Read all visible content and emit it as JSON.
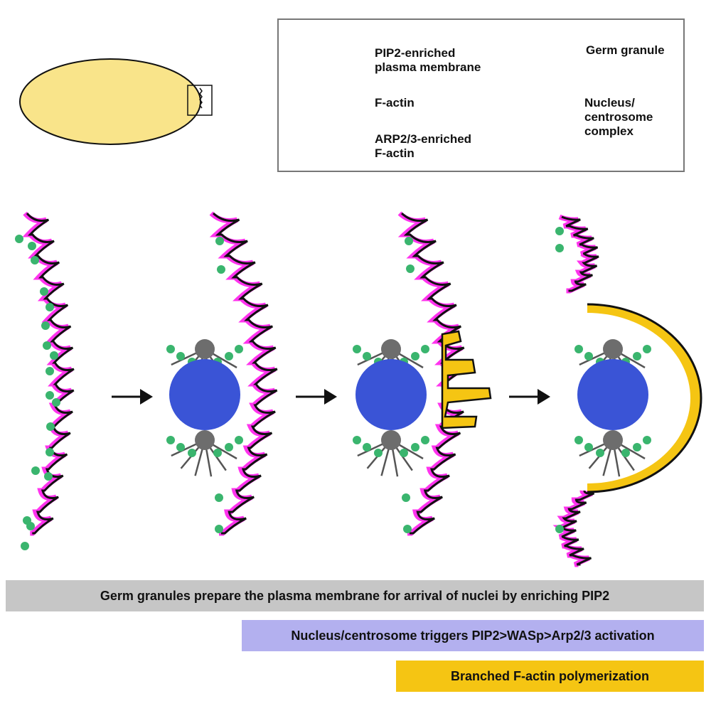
{
  "legend": {
    "membrane_label": "PIP2-enriched\nplasma membrane",
    "factin_label": "F-actin",
    "arp_label": "ARP2/3-enriched\nF-actin",
    "granule_label": "Germ granule",
    "nucleus_label": "Nucleus/\ncentrosome\ncomplex"
  },
  "bars": {
    "bar1": "Germ granules prepare the plasma membrane for arrival of nuclei by enriching PIP2",
    "bar2": "Nucleus/centrosome triggers PIP2>WASp>Arp2/3 activation",
    "bar3": "Branched F-actin polymerization"
  },
  "colors": {
    "embryo": "#f9e48a",
    "factin": "#ff33ee",
    "arp_factin": "#f5c513",
    "granule": "#3ab56e",
    "nucleus": "#3a54d6",
    "centrosome": "#6d6d6d",
    "bar1": "#c6c6c6",
    "bar2": "#b3b0ef",
    "bar3": "#f5c513"
  }
}
